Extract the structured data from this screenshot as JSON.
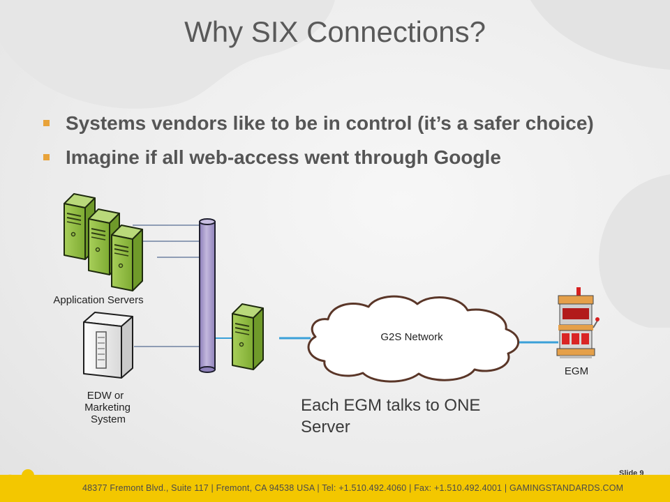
{
  "slide": {
    "title": "Why SIX Connections?",
    "bullets": [
      "Systems vendors like to be in control (it’s a safer choice)",
      "Imagine if all web-access went through Google"
    ],
    "slide_number": "Slide 9",
    "footer": "48377 Fremont Blvd., Suite 117 | Fremont, CA 94538 USA | Tel: +1.510.492.4060 | Fax: +1.510.492.4001 | GAMINGSTANDARDS.COM"
  },
  "diagram": {
    "labels": {
      "application_servers": "Application Servers",
      "edw_line1": "EDW or",
      "edw_line2": "Marketing",
      "edw_line3": "System",
      "network": "G2S Network",
      "egm": "EGM",
      "note_line1": "Each EGM talks to ONE",
      "note_line2": "Server"
    }
  },
  "colors": {
    "server_green": "#8fba3e",
    "bus_purple": "#a79ac9",
    "link_blue": "#3aa0d8",
    "cloud_outline": "#5a3628",
    "footer_yellow": "#f3c700"
  }
}
